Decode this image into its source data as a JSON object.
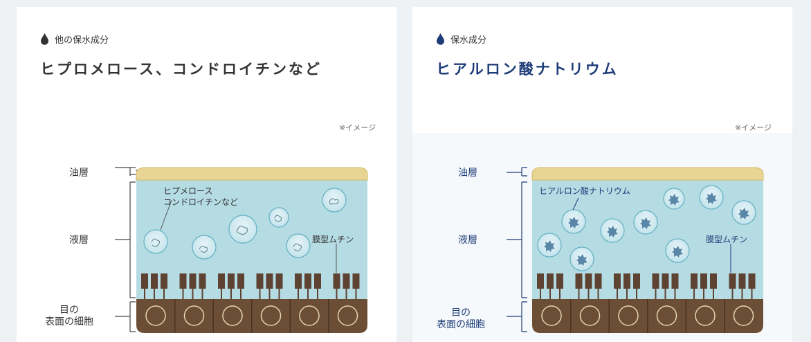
{
  "colors": {
    "drop_left": "#333333",
    "drop_right": "#1e3c78",
    "oil_layer": "#e9d593",
    "liquid_layer": "#b5dbe3",
    "cell_layer": "#6b4e35",
    "mucin": "#5e4333",
    "title_right": "#1e3c78"
  },
  "left_card": {
    "category": "他の保水成分",
    "category_icon": "drop-icon",
    "title": "ヒプロメロース、コンドロイチンなど",
    "note": "※イメージ",
    "labels": {
      "oil_layer": "油層",
      "liquid_layer": "液層",
      "cell_line1": "目の",
      "cell_line2": "表面の細胞"
    },
    "callout_line1": "ヒプメロース",
    "callout_line2": "コンドロイチンなど",
    "mucin_label": "膜型ムチン"
  },
  "right_card": {
    "category": "保水成分",
    "category_icon": "drop-icon",
    "title": "ヒアルロン酸ナトリウム",
    "note": "※イメージ",
    "labels": {
      "oil_layer": "油層",
      "liquid_layer": "液層",
      "cell_line1": "目の",
      "cell_line2": "表面の細胞"
    },
    "callout": "ヒアルロン酸ナトリウム",
    "mucin_label": "膜型ムチン"
  }
}
